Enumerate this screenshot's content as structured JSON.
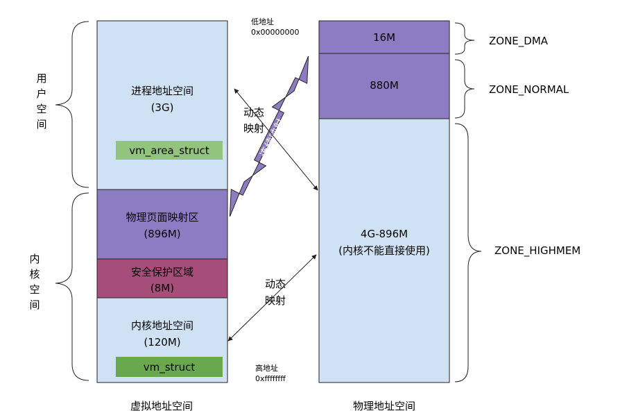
{
  "colors": {
    "light_blue": "#cfe2f3",
    "purple": "#8e7cc3",
    "magenta": "#a64d79",
    "green_light": "#93c47d",
    "green_dark": "#6aa84f",
    "outline": "#222222"
  },
  "virtual": {
    "caption": "虚拟地址空间",
    "user_space": {
      "lines": [
        "进程地址空间",
        "(3G)"
      ]
    },
    "vm_area_struct": "vm_area_struct",
    "direct_map": {
      "lines": [
        "物理页面映射区",
        "(896M)"
      ]
    },
    "guard": {
      "lines": [
        "安全保护区域",
        "(8M)"
      ]
    },
    "kernel_space": {
      "lines": [
        "内核地址空间",
        "(120M)"
      ]
    },
    "vm_struct": "vm_struct"
  },
  "physical": {
    "caption": "物理地址空间",
    "dma": "16M",
    "normal": "880M",
    "highmem": {
      "lines": [
        "4G-896M",
        "(内核不能直接使用)"
      ]
    }
  },
  "braces": {
    "user": [
      "用",
      "户",
      "空",
      "间"
    ],
    "kernel": [
      "内",
      "核",
      "空",
      "间"
    ]
  },
  "zones": {
    "dma": "ZONE_DMA",
    "normal": "ZONE_NORMAL",
    "highmem": "ZONE_HIGHMEM"
  },
  "address": {
    "low": {
      "label": "低地址",
      "value": "0x00000000"
    },
    "high": {
      "label": "高地址",
      "value": "0xffffffff"
    }
  },
  "arrows": {
    "continuous": "连续映射",
    "dynamic_top": [
      "动态",
      "映射"
    ],
    "dynamic_bottom": [
      "动态",
      "映射"
    ]
  }
}
